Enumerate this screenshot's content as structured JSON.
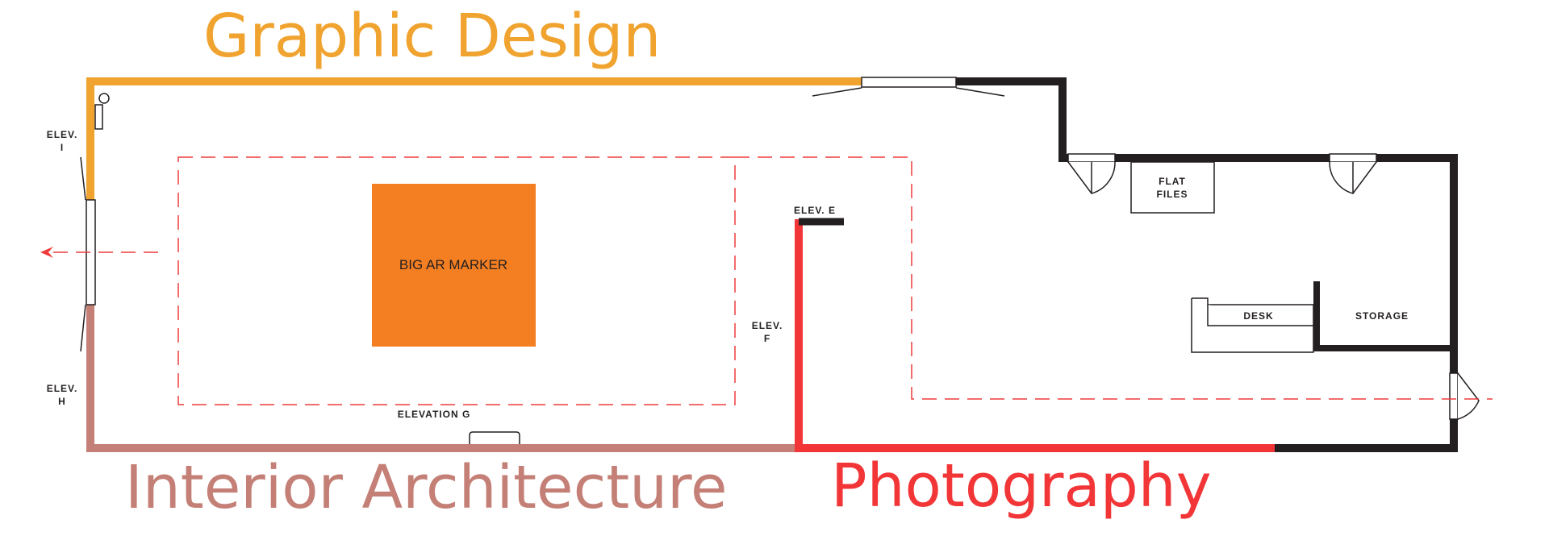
{
  "headings": {
    "top": "Graphic Design",
    "bottom_left": "Interior Architecture",
    "bottom_right": "Photography"
  },
  "elevations": {
    "i_line1": "ELEV.",
    "i_line2": "I",
    "h_line1": "ELEV.",
    "h_line2": "H",
    "e": "ELEV. E",
    "f_line1": "ELEV.",
    "f_line2": "F",
    "g": "ELEVATION G"
  },
  "rooms": {
    "marker": "BIG AR MARKER",
    "flat_files_line1": "FLAT",
    "flat_files_line2": "FILES",
    "desk": "DESK",
    "storage": "STORAGE"
  },
  "colors": {
    "graphic_design": "#F0A32E",
    "interior_architecture": "#C47F76",
    "photography": "#F23537",
    "marker": "#F37F22",
    "wall": "#231F20",
    "dashed": "#EE3B3B"
  }
}
